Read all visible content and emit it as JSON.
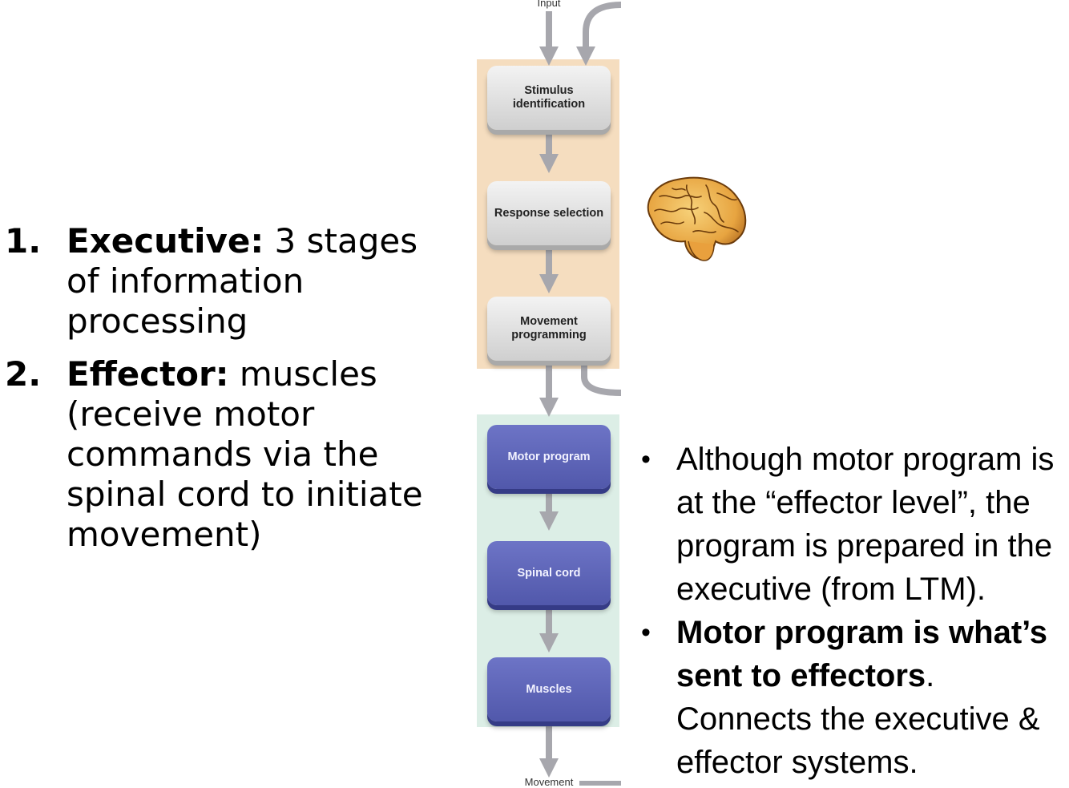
{
  "left_list": [
    {
      "number": "1.",
      "term": "Executive:",
      "text": " 3 stages of information processing"
    },
    {
      "number": "2.",
      "term": "Effector:",
      "text": " muscles (receive motor commands via the spinal cord to initiate movement)"
    }
  ],
  "diagram": {
    "input_label": "Input",
    "output_label": "Movement",
    "executive_blocks": [
      "Stimulus identification",
      "Response selection",
      "Movement programming"
    ],
    "effector_blocks": [
      "Motor program",
      "Spinal cord",
      "Muscles"
    ],
    "colors": {
      "executive_bg": "#f5ddbf",
      "effector_bg": "#dceee6",
      "gray_block": "#e3e3e3",
      "blue_block": "#5f66bb",
      "arrow": "#a7a7ad"
    },
    "icon": "brain-icon"
  },
  "right_list": [
    {
      "bold": "",
      "text": "Although motor program is at the “effector level”, the program is prepared in the executive (from LTM)."
    },
    {
      "bold": "Motor program is what’s sent to effectors",
      "text": ". Connects the executive & effector systems."
    }
  ]
}
